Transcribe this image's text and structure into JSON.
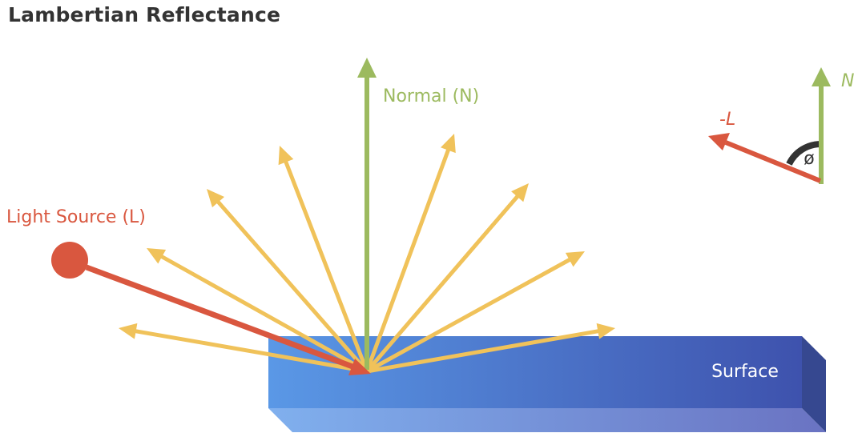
{
  "title": "Lambertian Reflectance",
  "labels": {
    "normal": "Normal (N)",
    "light_source": "Light Source (L)",
    "surface": "Surface",
    "inset_normal": "N",
    "inset_neg_light": "-L",
    "inset_angle": "ø"
  },
  "icons": [
    "light-source-dot",
    "normal-arrow",
    "incident-light-arrow",
    "reflected-ray-arrows",
    "angle-arc"
  ],
  "colors": {
    "title_text": "#333333",
    "normal_green": "#9cba5f",
    "light_red": "#d9573f",
    "reflected_yellow": "#f0c25a",
    "surface_blue_light": "#5a98e6",
    "surface_blue_dark": "#3e52ad",
    "surface_label": "#ffffff",
    "angle_arc": "#333333"
  }
}
